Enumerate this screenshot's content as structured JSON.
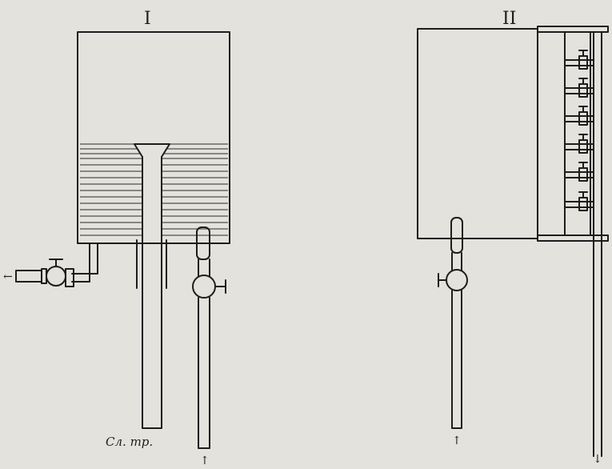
{
  "figures": {
    "left": {
      "label": "I",
      "drain_label": "Сл. тр."
    },
    "right": {
      "label": "II"
    }
  }
}
